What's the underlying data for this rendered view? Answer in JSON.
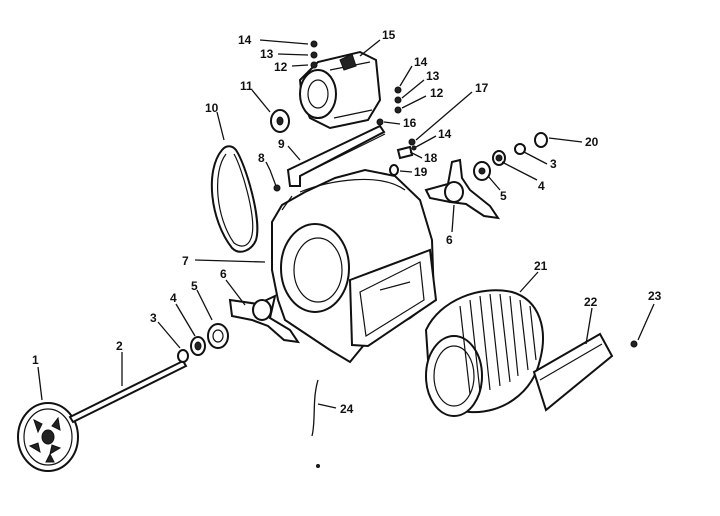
{
  "callouts": [
    {
      "id": "c1",
      "text": "1"
    },
    {
      "id": "c2",
      "text": "2"
    },
    {
      "id": "c3a",
      "text": "3"
    },
    {
      "id": "c4a",
      "text": "4"
    },
    {
      "id": "c5a",
      "text": "5"
    },
    {
      "id": "c6a",
      "text": "6"
    },
    {
      "id": "c7",
      "text": "7"
    },
    {
      "id": "c8",
      "text": "8"
    },
    {
      "id": "c9",
      "text": "9"
    },
    {
      "id": "c10",
      "text": "10"
    },
    {
      "id": "c11",
      "text": "11"
    },
    {
      "id": "c12a",
      "text": "12"
    },
    {
      "id": "c13a",
      "text": "13"
    },
    {
      "id": "c14a",
      "text": "14"
    },
    {
      "id": "c15",
      "text": "15"
    },
    {
      "id": "c14b",
      "text": "14"
    },
    {
      "id": "c13b",
      "text": "13"
    },
    {
      "id": "c12b",
      "text": "12"
    },
    {
      "id": "c16",
      "text": "16"
    },
    {
      "id": "c17",
      "text": "17"
    },
    {
      "id": "c14c",
      "text": "14"
    },
    {
      "id": "c18",
      "text": "18"
    },
    {
      "id": "c19",
      "text": "19"
    },
    {
      "id": "c20",
      "text": "20"
    },
    {
      "id": "c3b",
      "text": "3"
    },
    {
      "id": "c4b",
      "text": "4"
    },
    {
      "id": "c5b",
      "text": "5"
    },
    {
      "id": "c6b",
      "text": "6"
    },
    {
      "id": "c21",
      "text": "21"
    },
    {
      "id": "c22",
      "text": "22"
    },
    {
      "id": "c23",
      "text": "23"
    },
    {
      "id": "c24",
      "text": "24"
    }
  ]
}
